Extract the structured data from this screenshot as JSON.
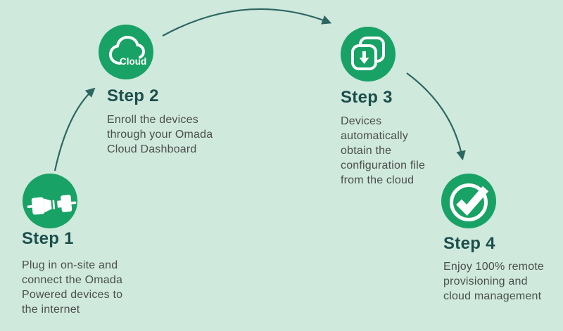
{
  "page": {
    "background_color": "#cfe9dc",
    "accent_green": "#18a265",
    "title_color": "#1d4e4c",
    "body_text_color": "#4b4f4d",
    "arrow_color": "#2c6661",
    "icon_color": "#ffffff"
  },
  "steps": [
    {
      "title": "Step 1",
      "description": "Plug in on-site and\nconnect the Omada\nPowered devices to\nthe internet",
      "icon": "plug-connection-icon"
    },
    {
      "title": "Step 2",
      "description": "Enroll the devices\nthrough your Omada\nCloud Dashboard",
      "icon": "cloud-icon",
      "icon_text": "Cloud"
    },
    {
      "title": "Step 3",
      "description": "Devices\nautomatically\nobtain the\nconfiguration file\nfrom the cloud",
      "icon": "download-stack-icon"
    },
    {
      "title": "Step 4",
      "description": "Enjoy 100% remote\nprovisioning and\ncloud management",
      "icon": "check-circle-icon"
    }
  ],
  "arrows": [
    {
      "from": "step-1",
      "to": "step-2"
    },
    {
      "from": "step-2",
      "to": "step-3"
    },
    {
      "from": "step-3",
      "to": "step-4"
    }
  ]
}
